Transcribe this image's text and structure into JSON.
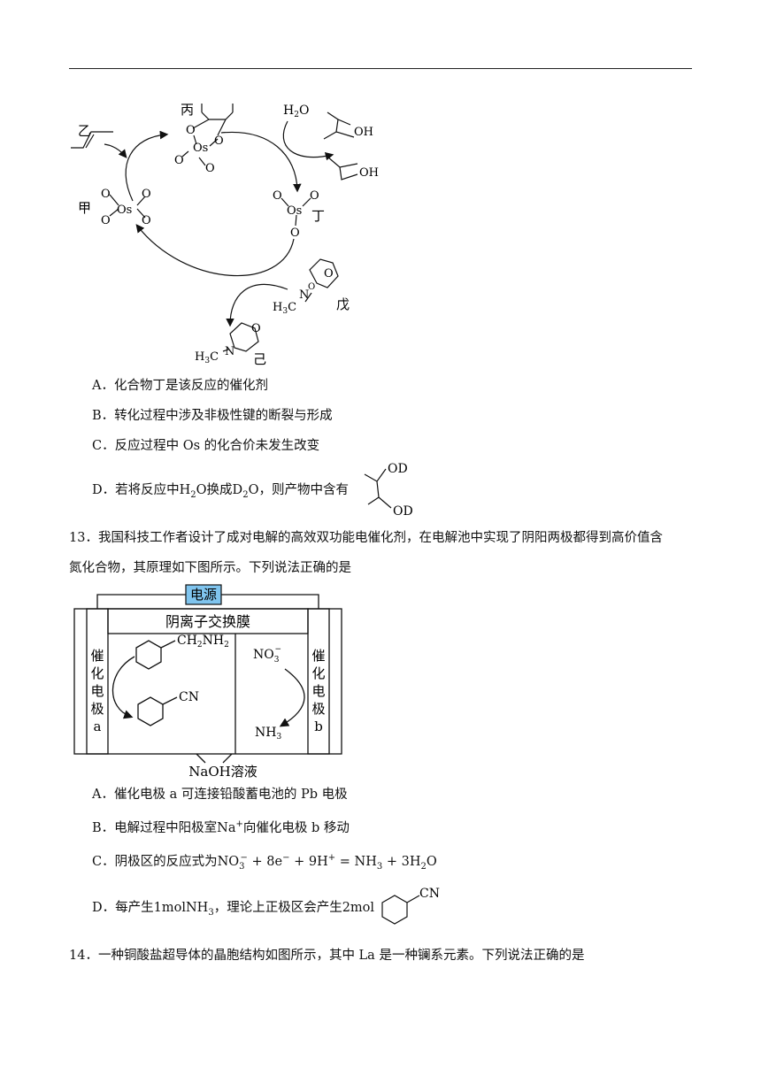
{
  "q12": {
    "labels": {
      "yi": "乙",
      "bing": "丙",
      "jia": "甲",
      "ding": "丁",
      "wu": "戊",
      "ji": "己"
    },
    "chem": {
      "os": "Os",
      "o": "O",
      "oh": "OH",
      "h2o": "H2O",
      "h3c": "H3C",
      "n": "N"
    },
    "options": {
      "a": "A．化合物丁是该反应的催化剂",
      "b": "B．转化过程中涉及非极性键的断裂与形成",
      "c": "C．反应过程中 Os 的化合价未发生改变",
      "d_prefix": "D．若将反应中",
      "d_mid1": "H2O",
      "d_mid2": "换成",
      "d_mid3": "D2O",
      "d_suffix": "，则产物中含有",
      "d_od": "OD"
    }
  },
  "q13": {
    "stem_line1": "13．我国科技工作者设计了成对电解的高效双功能电催化剂，在电解池中实现了阴阳两极都得到高价值含",
    "stem_line2": "氮化合物，其原理如下图所示。下列说法正确的是",
    "diagram": {
      "power": "电源",
      "membrane": "阴离子交换膜",
      "electrode_a": [
        "催",
        "化",
        "电",
        "极",
        "a"
      ],
      "electrode_b": [
        "催",
        "化",
        "电",
        "极",
        "b"
      ],
      "ch2nh2": "CH2NH2",
      "cn": "CN",
      "no3": "NO3−",
      "nh3": "NH3",
      "solution": "NaOH溶液"
    },
    "options": {
      "a": "A．催化电极 a 可连接铅酸蓄电池的 Pb 电极",
      "b_prefix": "B．电解过程中阳极室",
      "b_ion": "Na+",
      "b_suffix": "向催化电极 b 移动",
      "c_prefix": "C．阴极区的反应式为",
      "c_eq": "NO3− + 8e− + 9H+ = NH3 + 3H2O",
      "d_prefix": "D．每产生",
      "d_mid": "1molNH3",
      "d_mid2": "，理论上正极区会产生",
      "d_amount": "2mol",
      "d_cn": "CN"
    }
  },
  "q14": {
    "stem": "14．一种铜酸盐超导体的晶胞结构如图所示，其中 La 是一种镧系元素。下列说法正确的是"
  }
}
